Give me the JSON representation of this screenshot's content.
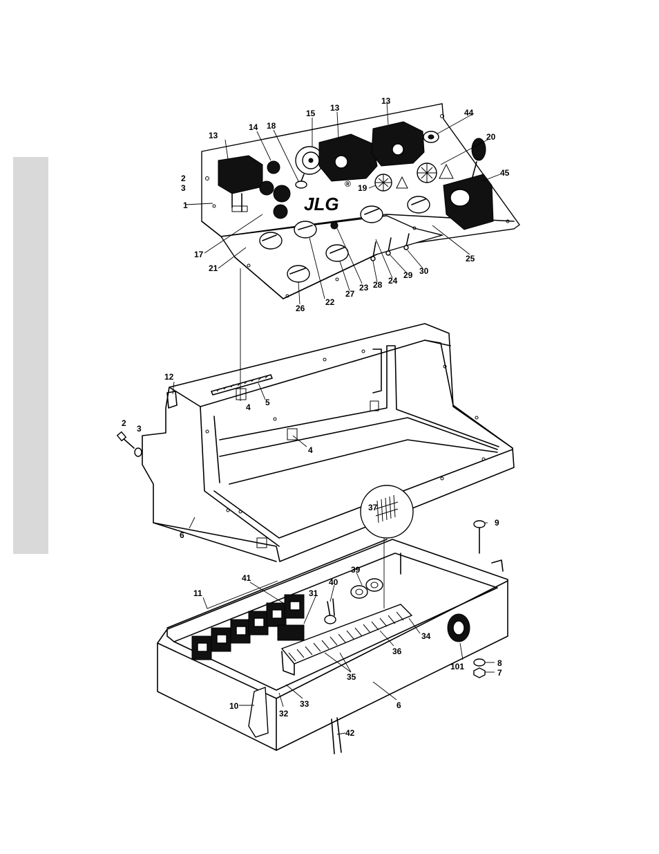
{
  "logo": {
    "text": "JLG",
    "mark": "®"
  },
  "callouts": {
    "c1": "1",
    "c2a": "2",
    "c3a": "3",
    "c13a": "13",
    "c14": "14",
    "c18": "18",
    "c15": "15",
    "c13b": "13",
    "c13c": "13",
    "c44": "44",
    "c20": "20",
    "c45": "45",
    "c19": "19",
    "c17": "17",
    "c21": "21",
    "c26": "26",
    "c22": "22",
    "c27": "27",
    "c23": "23",
    "c28": "28",
    "c24": "24",
    "c29": "29",
    "c30": "30",
    "c25": "25",
    "c12": "12",
    "c5": "5",
    "c4a": "4",
    "c2b": "2",
    "c3b": "3",
    "c4b": "4",
    "c6a": "6",
    "c37": "37",
    "c9": "9",
    "c41": "41",
    "c11": "11",
    "c39": "39",
    "c40": "40",
    "c31": "31",
    "c34": "34",
    "c36": "36",
    "c35": "35",
    "c101": "101",
    "c8": "8",
    "c7": "7",
    "c6b": "6",
    "c10": "10",
    "c32": "32",
    "c33": "33",
    "c42": "42"
  }
}
